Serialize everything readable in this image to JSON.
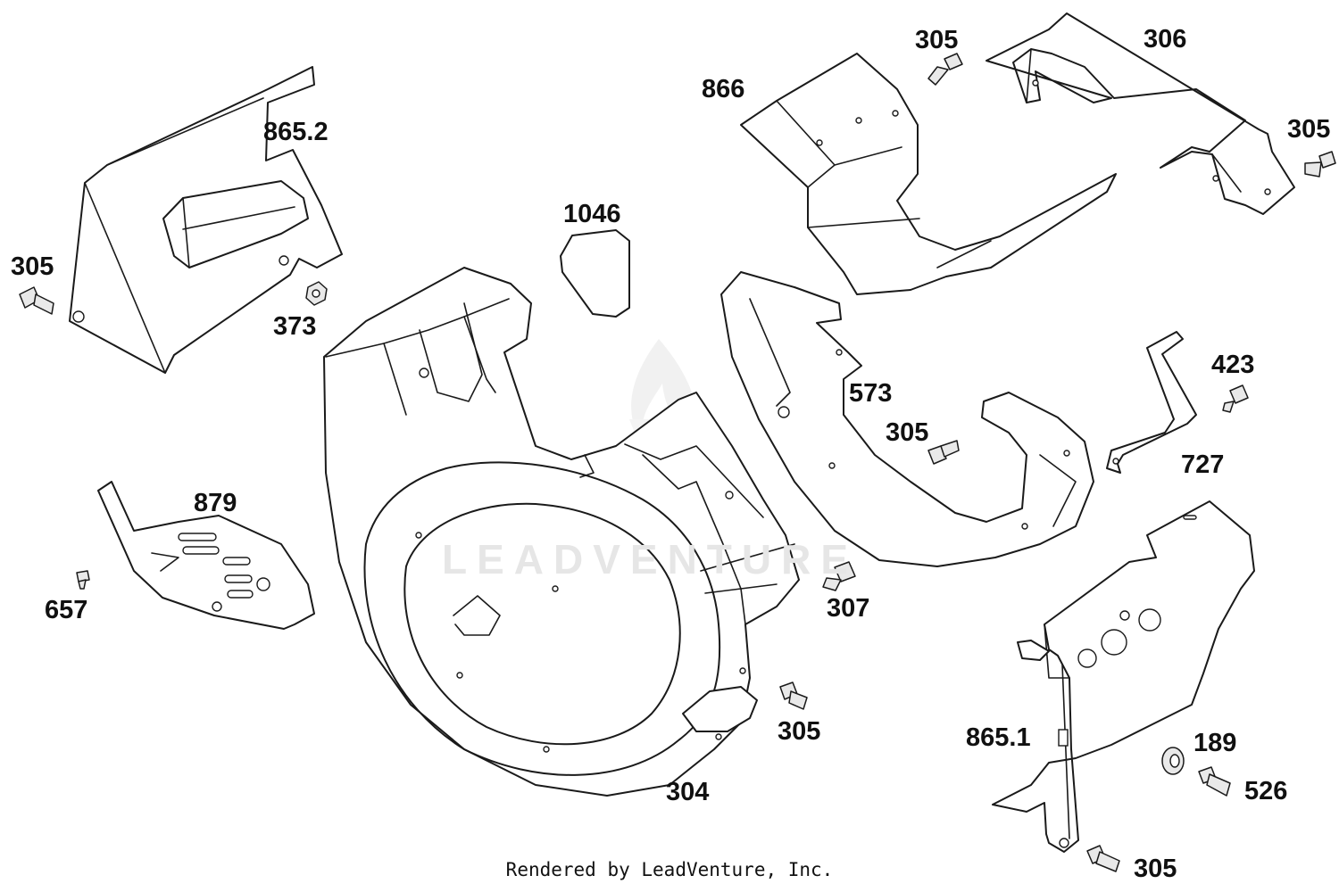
{
  "watermark": "LEADVENTURE",
  "footer": "Rendered by LeadVenture, Inc.",
  "callouts": [
    "865.2",
    "305",
    "373",
    "1046",
    "866",
    "305",
    "306",
    "305",
    "879",
    "657",
    "573",
    "305",
    "423",
    "727",
    "307",
    "305",
    "304",
    "865.1",
    "189",
    "526",
    "305"
  ]
}
